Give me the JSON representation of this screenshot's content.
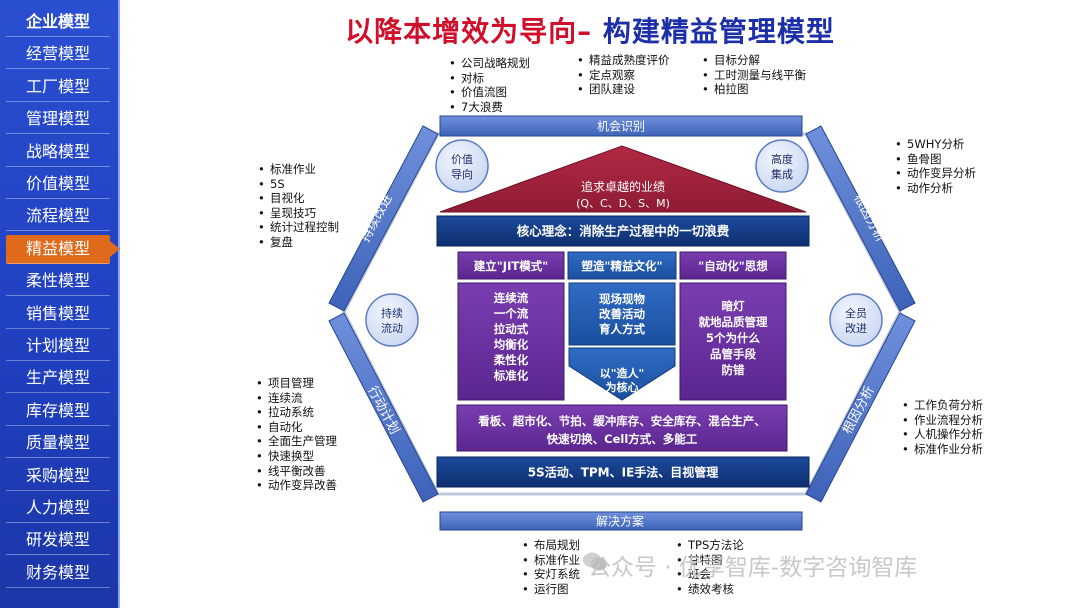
{
  "title_part1": "以降本增效为导向–",
  "title_part2": " 构建精益管理模型",
  "sidebar": {
    "items": [
      "企业模型",
      "经营模型",
      "工厂模型",
      "管理模型",
      "战略模型",
      "价值模型",
      "流程模型",
      "精益模型",
      "柔性模型",
      "销售模型",
      "计划模型",
      "生产模型",
      "库存模型",
      "质量模型",
      "采购模型",
      "人力模型",
      "研发模型",
      "财务模型"
    ],
    "active_index": 7
  },
  "lists": {
    "top1": [
      "公司战略规划",
      "对标",
      "价值流图",
      "7大浪费"
    ],
    "top2": [
      "精益成熟度评价",
      "定点观察",
      "团队建设"
    ],
    "top3": [
      "目标分解",
      "工时测量与线平衡",
      "柏拉图"
    ],
    "right1": [
      "5WHY分析",
      "鱼骨图",
      "动作变异分析",
      "动作分析"
    ],
    "right2": [
      "工作负荷分析",
      "作业流程分析",
      "人机操作分析",
      "标准作业分析"
    ],
    "left1": [
      "标准作业",
      "5S",
      "目视化",
      "呈现技巧",
      "统计过程控制",
      "复盘"
    ],
    "left2": [
      "项目管理",
      "连续流",
      "拉动系统",
      "自动化",
      "全面生产管理",
      "快速换型",
      "线平衡改善",
      "动作变异改善"
    ],
    "bottom1": [
      "布局规划",
      "标准作业",
      "安灯系统",
      "运行图"
    ],
    "bottom2": [
      "TPS方法论",
      "甘特图",
      "班会",
      "绩效考核"
    ]
  },
  "hex": {
    "top": "机会识别",
    "bottom": "解决方案",
    "left_top": "持续改进",
    "left_bottom": "行动计划",
    "right_top": "根因分析",
    "right_bottom": "根因分析"
  },
  "circles": {
    "value": [
      "价值",
      "导向"
    ],
    "focus": [
      "高度",
      "集成"
    ],
    "flow": [
      "持续",
      "流动"
    ],
    "staff": [
      "全员",
      "改进"
    ]
  },
  "house": {
    "roof": [
      "追求卓越的业绩",
      "(Q、C、D、S、M)"
    ],
    "core": "核心理念：消除生产过程中的一切浪费",
    "pillar_left_title": "建立\"JIT模式\"",
    "pillar_mid_title": "塑造\"精益文化\"",
    "pillar_right_title": "\"自动化\"思想",
    "pillar_left_items": [
      "连续流",
      "一个流",
      "拉动式",
      "均衡化",
      "柔性化",
      "标准化"
    ],
    "pillar_mid_items": [
      "现场现物",
      "改善活动",
      "育人方式"
    ],
    "pillar_mid_pentagon": [
      "以\"造人\"",
      "为核心"
    ],
    "pillar_right_items": [
      "暗灯",
      "就地品质管理",
      "5个为什么",
      "品管手段",
      "防错"
    ],
    "tools": [
      "看板、超市化、节拍、缓冲库存、安全库存、混合生产、",
      "快速切换、Cell方式、多能工"
    ],
    "base": "5S活动、TPM、IE手法、目视管理"
  },
  "watermark": "公众号 · 优享智库-数字咨询智库",
  "colors": {
    "sidebar": "#1f3fbf",
    "active": "#e06a1c",
    "band": "#4d73c9",
    "roof": "#a0213a",
    "dark_blue": "#133a8a",
    "purple": "#6a2f9c",
    "title_red": "#d0102a",
    "title_blue": "#1c2fa8"
  }
}
